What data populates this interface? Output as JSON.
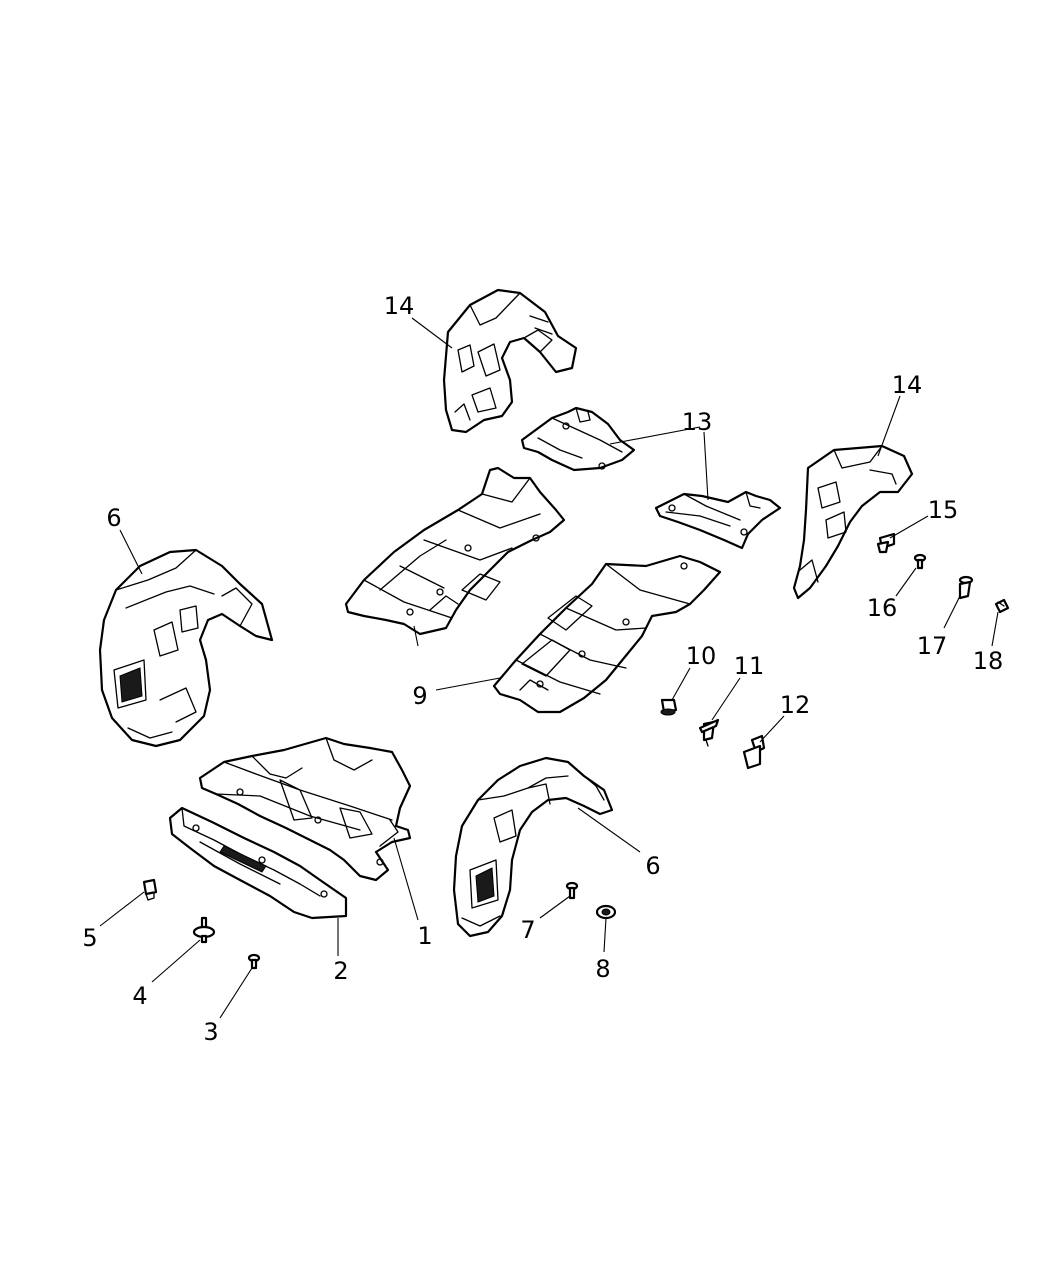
{
  "diagram": {
    "type": "exploded-parts-diagram",
    "callouts": [
      {
        "id": "c14a",
        "label": "14"
      },
      {
        "id": "c13a",
        "label": "13"
      },
      {
        "id": "c14b",
        "label": "14"
      },
      {
        "id": "c6a",
        "label": "6"
      },
      {
        "id": "c15",
        "label": "15"
      },
      {
        "id": "c16",
        "label": "16"
      },
      {
        "id": "c17",
        "label": "17"
      },
      {
        "id": "c18",
        "label": "18"
      },
      {
        "id": "c9",
        "label": "9"
      },
      {
        "id": "c10",
        "label": "10"
      },
      {
        "id": "c11",
        "label": "11"
      },
      {
        "id": "c12",
        "label": "12"
      },
      {
        "id": "c6b",
        "label": "6"
      },
      {
        "id": "c1",
        "label": "1"
      },
      {
        "id": "c5",
        "label": "5"
      },
      {
        "id": "c4",
        "label": "4"
      },
      {
        "id": "c2",
        "label": "2"
      },
      {
        "id": "c7",
        "label": "7"
      },
      {
        "id": "c8",
        "label": "8"
      },
      {
        "id": "c3",
        "label": "3"
      }
    ]
  }
}
